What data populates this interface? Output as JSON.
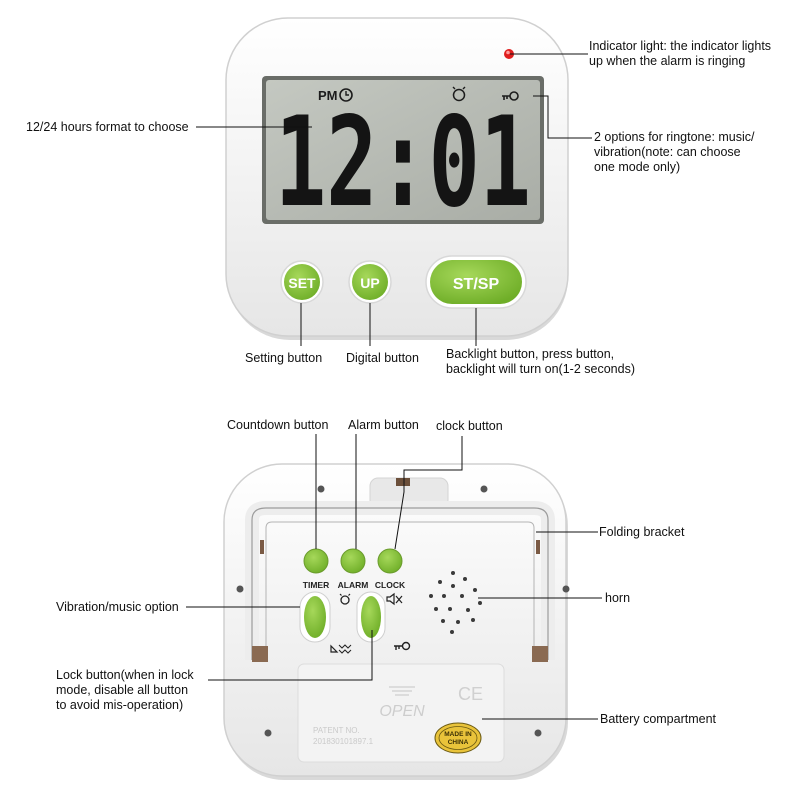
{
  "front": {
    "time_display": "12:01",
    "pm_text": "PM",
    "buttons": {
      "set": "SET",
      "up": "UP",
      "stsp": "ST/SP"
    },
    "colors": {
      "button_green": "#8cc63f",
      "lcd": "#b9bdb6",
      "case": "#f4f4f4",
      "indicator": "#e01e1e"
    },
    "icons": [
      "clock-icon",
      "alarm-bell-icon",
      "key-lock-icon"
    ]
  },
  "back": {
    "buttons": {
      "timer": "TIMER",
      "alarm": "ALARM",
      "clock": "CLOCK"
    },
    "switch_icons": [
      "bell-icon",
      "music-vibrate-icon",
      "key-icon",
      "mute-icon"
    ],
    "battery": {
      "open_text": "OPEN",
      "patent_line1": "PATENT NO.",
      "patent_line2": "201830101897.1",
      "stamp_line1": "MADE IN",
      "stamp_line2": "CHINA",
      "ce_mark": "CE"
    }
  },
  "annotations": {
    "indicator": "Indicator light: the indicator lights\nup when the alarm is ringing",
    "format": "12/24 hours format to choose",
    "ringtone": "2 options for ringtone: music/\nvibration(note: can choose\none mode only)",
    "setting": "Setting button",
    "digital": "Digital button",
    "backlight": "Backlight button, press button,\nbacklight will turn on(1-2 seconds)",
    "countdown": "Countdown button",
    "alarm": "Alarm button",
    "clock": "clock button",
    "folding": "Folding bracket",
    "vibration": "Vibration/music option",
    "horn": "horn",
    "lock": "Lock button(when in lock\nmode, disable all button\nto avoid mis-operation)",
    "battery": "Battery compartment"
  }
}
